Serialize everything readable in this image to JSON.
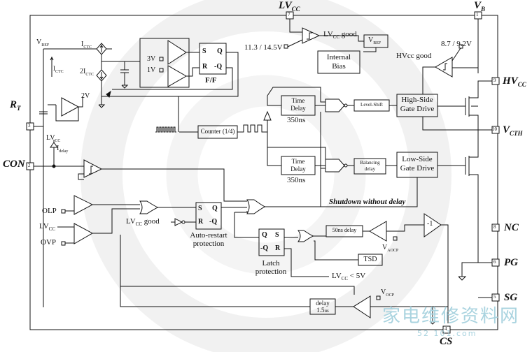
{
  "pins": {
    "lvcc": "LV",
    "lvcc_sub": "CC",
    "vb": "V",
    "vb_sub": "B",
    "rt": "R",
    "rt_sub": "T",
    "con": "CON",
    "hvcc": "HV",
    "hvcc_sub": "CC",
    "vcth": "V",
    "vcth_sub": "CTH",
    "nc": "NC",
    "pg": "PG",
    "sg": "SG",
    "cs": "CS",
    "num": {
      "p1": "1",
      "p2": "2",
      "p3": "3",
      "p4": "4",
      "p5": "5",
      "p6": "6",
      "p7": "7",
      "p8": "8",
      "p9": "9",
      "p10": "10"
    }
  },
  "blocks": {
    "lvcc_good": "LV",
    "lvcc_good_tail": " good",
    "lvcc_threshold": "11.3 / 14.5V",
    "vref_box": "V",
    "vref_sub": "REF",
    "internal_bias_1": "Internal",
    "internal_bias_2": "Bias",
    "hvcc_good": "HVcc good",
    "hv_threshold": "8.7 / 9.2V",
    "high_side_1": "High-Side",
    "high_side_2": "Gate Drive",
    "low_side_1": "Low-Side",
    "low_side_2": "Gate Drive",
    "level_shift": "Level-Shift",
    "balancing_1": "Balancing",
    "balancing_2": "delay",
    "time_delay_1": "Time",
    "time_delay_2": "Delay",
    "ns350": "350ns",
    "counter": "Counter (1/4)",
    "ff": "F/F",
    "v3": "3V",
    "v1": "1V",
    "ictc": "I",
    "ictc_sub": "CTC",
    "two_ictc": "2I",
    "vref_lbl": "V",
    "v2": "2V",
    "lvcc_lbl": "LV",
    "idelay": "I",
    "idelay_sub": "delay",
    "olp": "OLP",
    "ovp": "OVP",
    "lvcc_in": "LV",
    "auto_restart_1": "Auto-restart",
    "auto_restart_2": "protection",
    "shutdown": "Shutdown without delay",
    "latch_1": "Latch",
    "latch_2": "protection",
    "lvcc_lt": "LV",
    "lt5v": " < 5V",
    "tsd": "TSD",
    "delay50": "50ns delay",
    "vaocp": "V",
    "vaocp_sub": "AOCP",
    "minus1": "-1",
    "delay15_1": "delay",
    "delay15_2": "1.5",
    "delay15_unit": "us",
    "vocp": "V",
    "vocp_sub": "OCP",
    "s": "S",
    "r": "R",
    "q": "Q",
    "nq": "-Q",
    "cc": "CC"
  },
  "watermark": {
    "text": "家电维修资料网",
    "url": "52 101.com"
  }
}
